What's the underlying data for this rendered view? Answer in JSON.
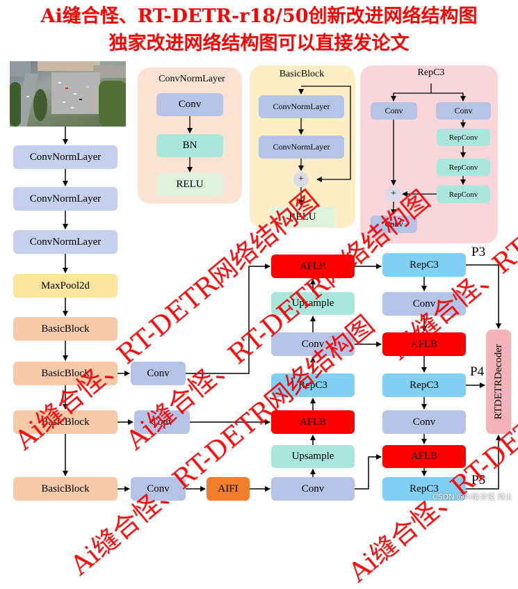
{
  "title": {
    "line1": "Ai缝合怪、RT-DETR-r18/50创新改进网络结构图",
    "line2": "独家改进网络结构图可以直接发论文"
  },
  "backbone": {
    "conv1": "ConvNormLayer",
    "conv2": "ConvNormLayer",
    "conv3": "ConvNormLayer",
    "maxpool": "MaxPool2d",
    "bb1": "BasicBlock",
    "bb2": "BasicBlock",
    "bb3": "BasicBlock",
    "bb4": "BasicBlock"
  },
  "legend_convnorm": {
    "title": "ConvNormLayer",
    "conv": "Conv",
    "bn": "BN",
    "relu": "RELU"
  },
  "legend_basicblock": {
    "title": "BasicBlock",
    "cnl1": "ConvNormLayer",
    "cnl2": "ConvNormLayer",
    "plus": "+",
    "relu": "RELU"
  },
  "legend_repc3": {
    "title": "RepC3",
    "conv_left": "Conv",
    "conv_right": "Conv",
    "rep1": "RepConv",
    "rep2": "RepConv",
    "rep3": "RepConv",
    "plus": "+",
    "conv_out": "Conv"
  },
  "neck": {
    "conv_bb2": "Conv",
    "conv_bb3": "Conv",
    "conv_bb4": "Conv",
    "aifi": "AIFI",
    "conv_aifi": "Conv",
    "upsample_low": "Upsample",
    "aflb_mid": "AFLB",
    "repc3_mid": "RepC3",
    "conv_mid": "Conv",
    "upsample_high": "Upsample",
    "aflb_top": "AFLB",
    "repc3_p3": "RepC3",
    "conv_p3": "Conv",
    "aflb_p4": "AFLB",
    "repc3_p4": "RepC3",
    "conv_p4": "Conv",
    "aflb_p5": "AFLB",
    "repc3_p5": "RepC3"
  },
  "head": {
    "decoder": "RTDETRDecoder",
    "p3": "P3",
    "p4": "P4",
    "p5": "P5"
  },
  "watermark": {
    "text": "Ai缝合怪、RT-DETR网络结构图"
  },
  "footer": {
    "credit": "CSDN @Ai缝合怪 博士"
  },
  "colors": {
    "title": "#ff0000",
    "aflb": "#ff0000",
    "repc3": "#7fd0f2",
    "conv": "#b4c3e6",
    "upsample": "#a9e6dc",
    "maxpool": "#fbe49b",
    "basicblock": "#f6c9a8",
    "aifi": "#ef7d2c",
    "decoder": "#f4b3b9"
  }
}
